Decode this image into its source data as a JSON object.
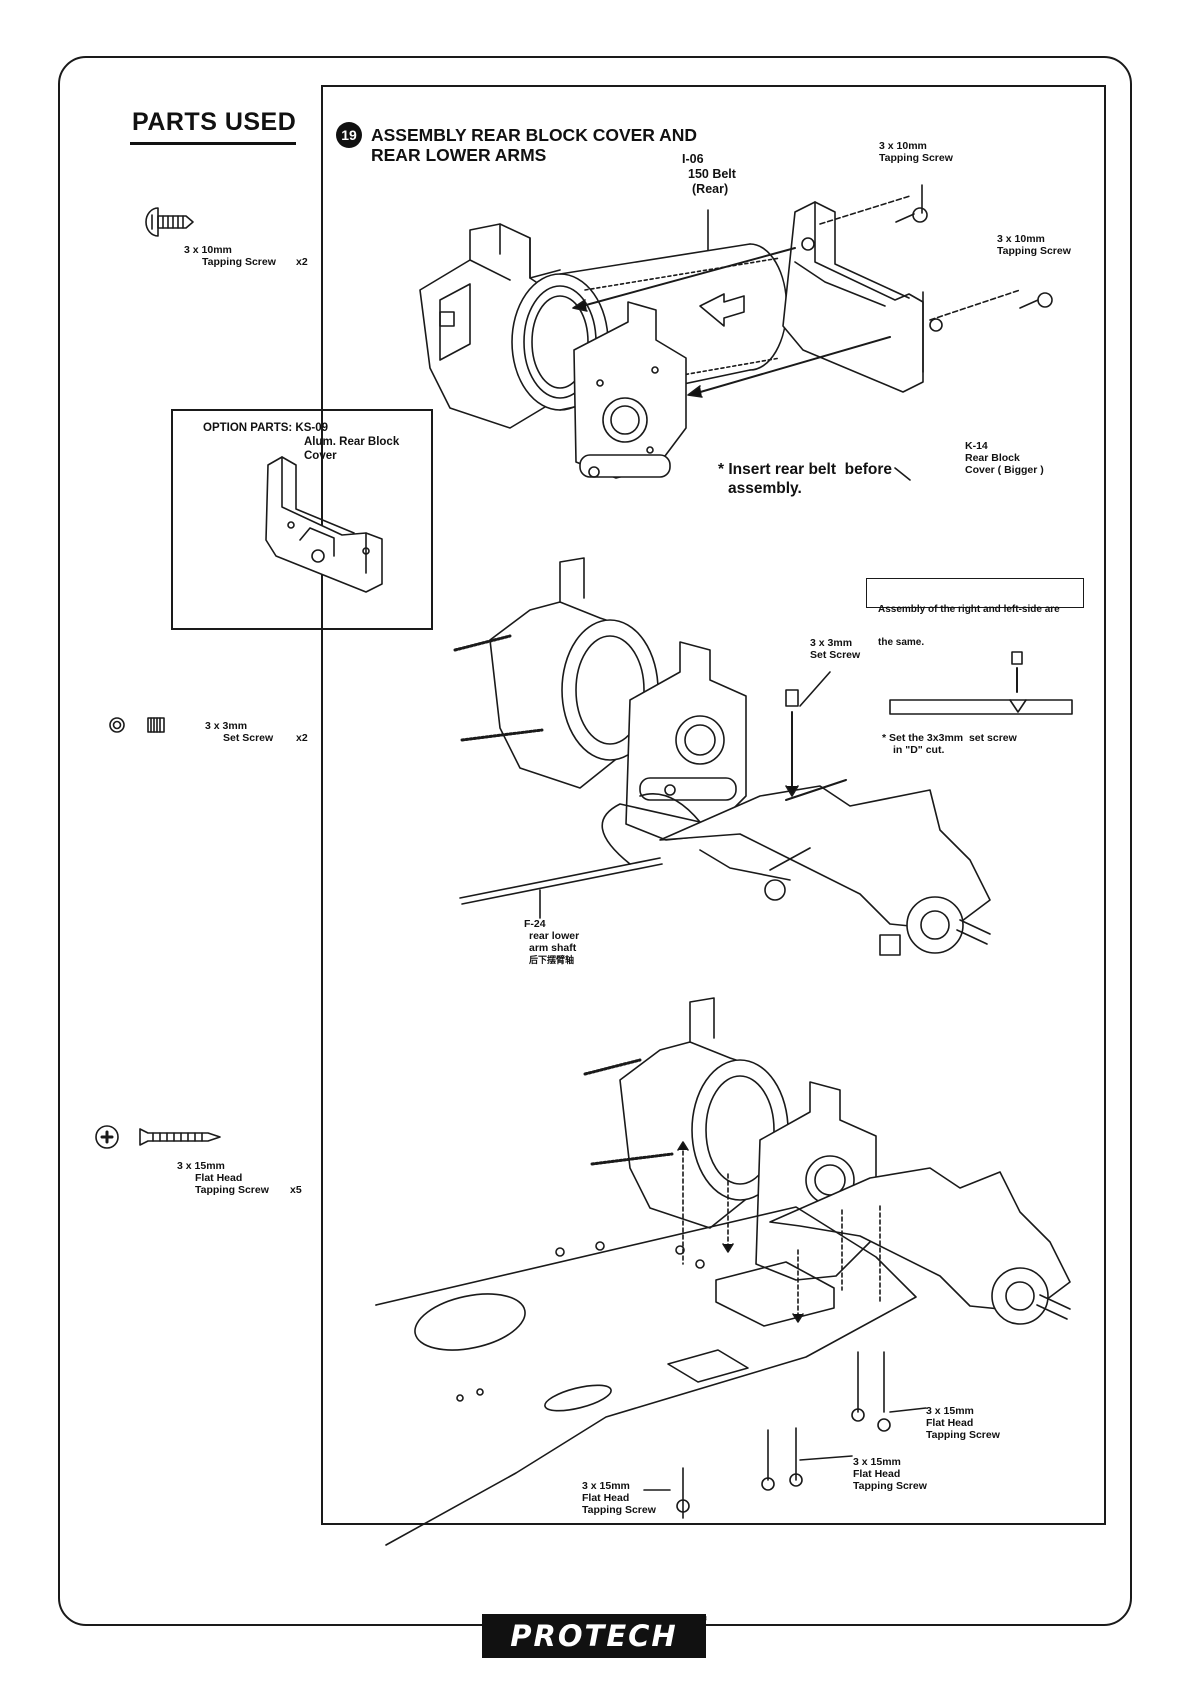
{
  "sidebar": {
    "title": "PARTS USED",
    "parts": [
      {
        "icon": "screw-head-icon",
        "size": "3 x 10mm",
        "name": "Tapping Screw",
        "qty": "x2"
      },
      {
        "icon": "set-screw-icon",
        "size": "3 x 3mm",
        "name": "Set Screw",
        "qty": "x2"
      },
      {
        "icon": "flat-head-screw-icon",
        "size": "3 x 15mm",
        "name_line1": "Flat Head",
        "name_line2": "Tapping Screw",
        "qty": "x5"
      }
    ],
    "option": {
      "heading": "OPTION PARTS: KS-09",
      "line2": "Alum. Rear Block",
      "line3": "Cover"
    }
  },
  "step": {
    "number": "19",
    "title_line1": "ASSEMBLY REAR BLOCK COVER AND",
    "title_line2": "REAR LOWER ARMS"
  },
  "callouts": {
    "belt_code": "I-06",
    "belt_line2": "150 Belt",
    "belt_line3": "(Rear)",
    "top_screw_size": "3 x 10mm",
    "top_screw_name": "Tapping Screw",
    "right_screw_size": "3 x 10mm",
    "right_screw_name": "Tapping Screw",
    "cover_code": "K-14",
    "cover_line2": "Rear Block",
    "cover_line3": "Cover ( Bigger )",
    "insert_note_line1": "* Insert rear belt  before",
    "insert_note_line2": "assembly.",
    "same_note_line1": "Assembly of the right and left-side are",
    "same_note_line2": "the same.",
    "set_screw_size": "3 x 3mm",
    "set_screw_name": "Set Screw",
    "dcut_line1": "* Set the 3x3mm  set screw",
    "dcut_line2": "in \"D\" cut.",
    "shaft_code": "F-24",
    "shaft_line2": "rear lower",
    "shaft_line3": "arm shaft",
    "shaft_line4": "后下摆臂轴",
    "fh_a_size": "3 x 15mm",
    "fh_a_line2": "Flat Head",
    "fh_a_line3": "Tapping Screw",
    "fh_b_size": "3 x 15mm",
    "fh_b_line2": "Flat Head",
    "fh_b_line3": "Tapping Screw",
    "fh_c_size": "3 x 15mm",
    "fh_c_line2": "Flat Head",
    "fh_c_line3": "Tapping Screw"
  },
  "footer": {
    "brand": "PROTECH",
    "trademark": "®"
  }
}
